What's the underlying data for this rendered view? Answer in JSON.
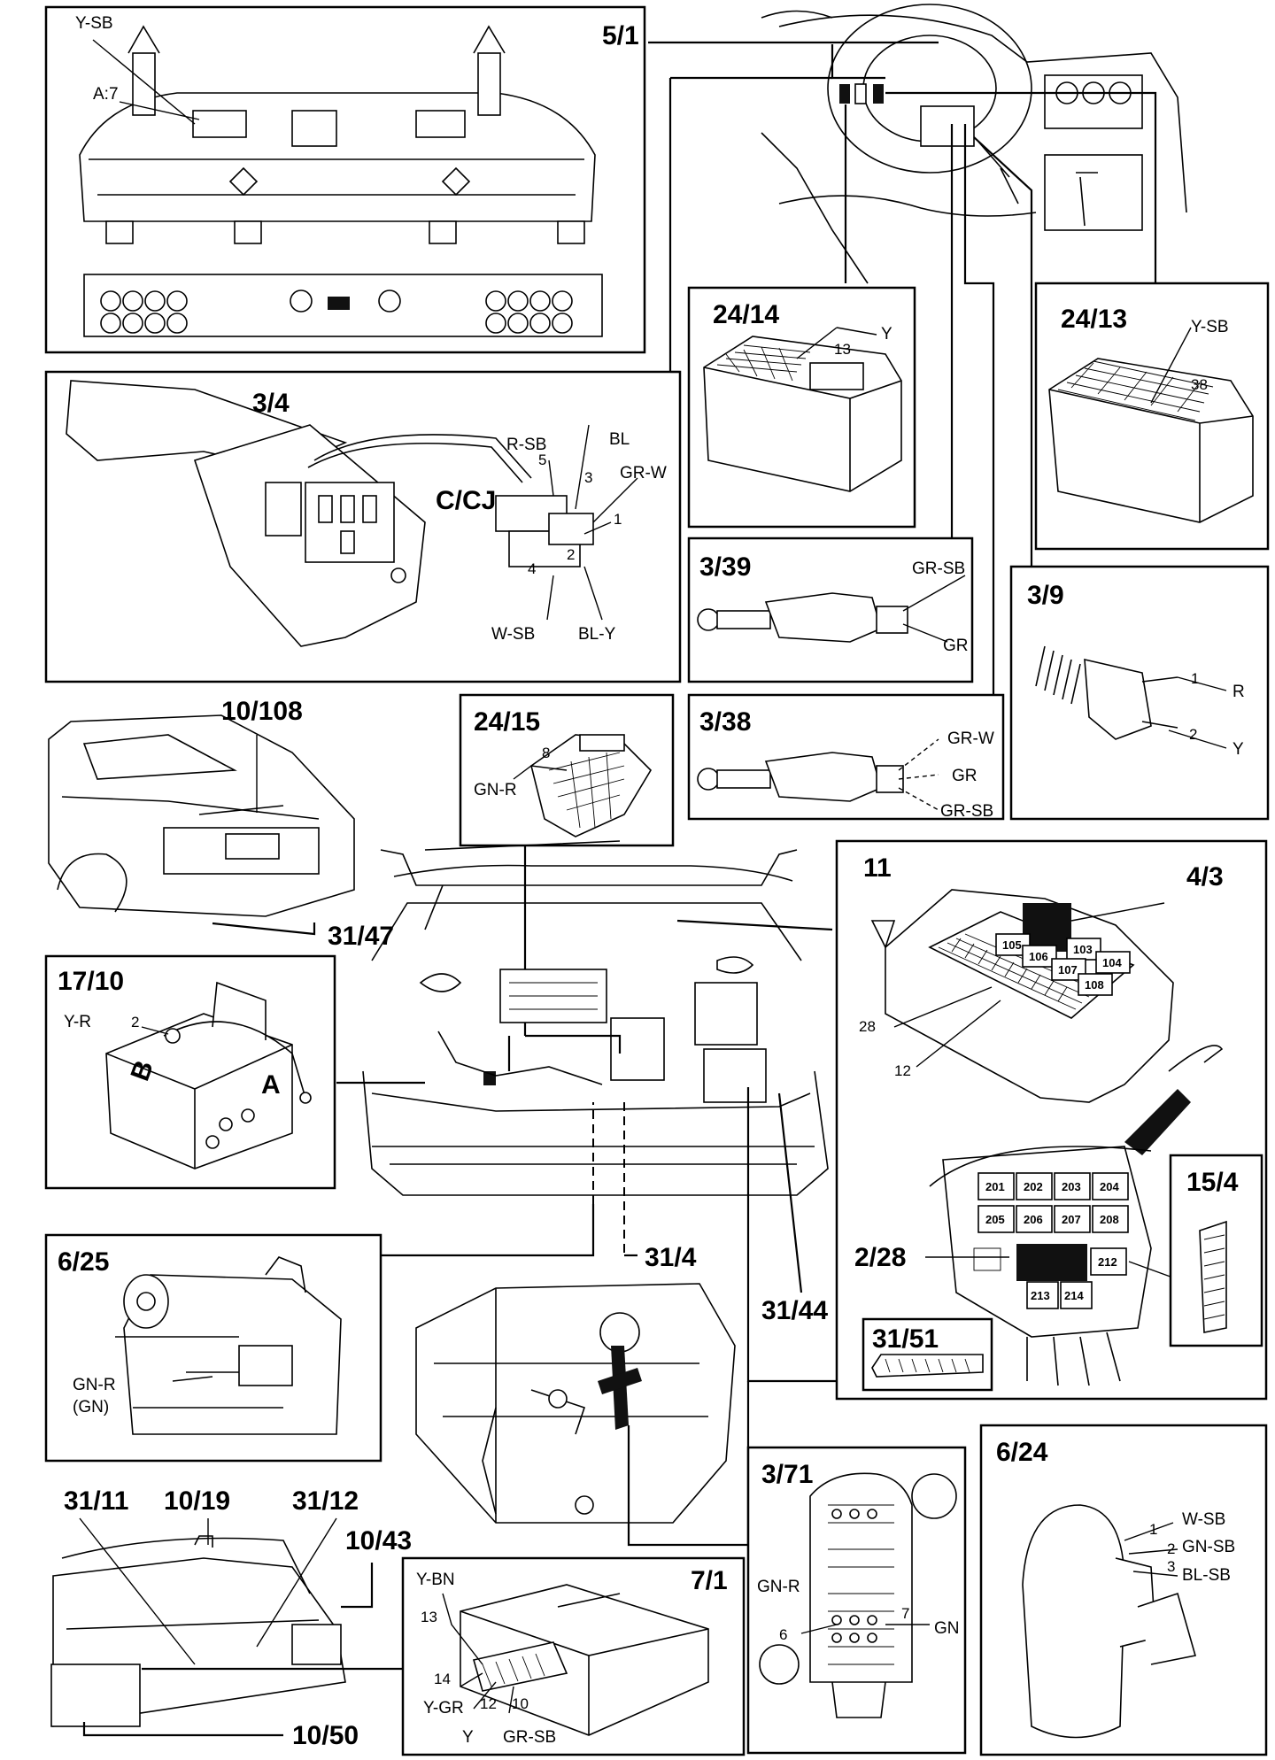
{
  "refs": {
    "r5_1": "5/1",
    "r3_4": "3/4",
    "r24_14": "24/14",
    "r24_13": "24/13",
    "r3_39": "3/39",
    "r3_9": "3/9",
    "r3_38": "3/38",
    "r24_15": "24/15",
    "r10_108": "10/108",
    "r31_47": "31/47",
    "r11": "11",
    "r4_3": "4/3",
    "r17_10": "17/10",
    "r15_4": "15/4",
    "r2_28": "2/28",
    "r31_51": "31/51",
    "r6_25": "6/25",
    "r31_4": "31/4",
    "r31_44": "31/44",
    "r6_24": "6/24",
    "r3_71": "3/71",
    "r7_1": "7/1",
    "r31_11": "31/11",
    "r10_19": "10/19",
    "r31_12": "31/12",
    "r10_43": "10/43",
    "r10_50": "10/50",
    "ccj": "C/CJ"
  },
  "wires": {
    "p51_ysb": "Y-SB",
    "p51_a7": "A:7",
    "p34_rsb": "R-SB",
    "p34_bl": "BL",
    "p34_grw": "GR-W",
    "p34_wsb": "W-SB",
    "p34_bly": "BL-Y",
    "p34_5": "5",
    "p34_3": "3",
    "p34_1": "1",
    "p34_4": "4",
    "p34_2": "2",
    "p2414_y": "Y",
    "p2414_13": "13",
    "p2413_ysb": "Y-SB",
    "p2413_38": "38",
    "p339_grsb": "GR-SB",
    "p339_gr": "GR",
    "p39_r": "R",
    "p39_y": "Y",
    "p39_1": "1",
    "p39_2": "2",
    "p338_grw": "GR-W",
    "p338_gr": "GR",
    "p338_grsb": "GR-SB",
    "p2415_8": "8",
    "p2415_gnr": "GN-R",
    "p11_28": "28",
    "p11_12": "12",
    "p1710_yr": "Y-R",
    "p1710_2": "2",
    "p1710_b": "B",
    "p1710_a": "A",
    "p625_gnr": "GN-R",
    "p625_gn": "(GN)",
    "p624_wsb": "W-SB",
    "p624_gnsb": "GN-SB",
    "p624_blsb": "BL-SB",
    "p624_1": "1",
    "p624_2": "2",
    "p624_3": "3",
    "p371_gnr": "GN-R",
    "p371_6": "6",
    "p371_7": "7",
    "p371_gn": "GN",
    "p71_ybn": "Y-BN",
    "p71_13": "13",
    "p71_14": "14",
    "p71_ygr": "Y-GR",
    "p71_12": "12",
    "p71_10": "10",
    "p71_y": "Y",
    "p71_grsb": "GR-SB"
  },
  "fuses": {
    "f105": "105",
    "f106": "106",
    "f103": "103",
    "f107": "107",
    "f104": "104",
    "f108": "108",
    "f201": "201",
    "f202": "202",
    "f203": "203",
    "f204": "204",
    "f205": "205",
    "f206": "206",
    "f207": "207",
    "f208": "208",
    "f212": "212",
    "f213": "213",
    "f214": "214"
  }
}
